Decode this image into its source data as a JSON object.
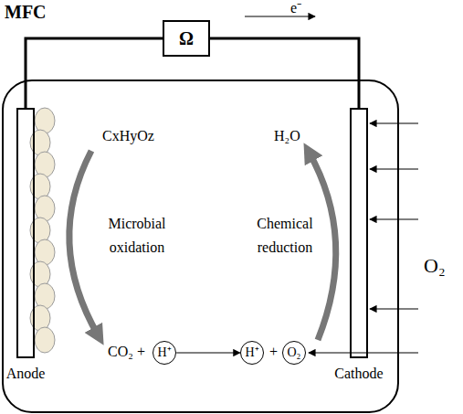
{
  "diagram": {
    "title": "MFC",
    "nodes": [
      {
        "text": [
          "Anode"
        ]
      },
      {
        "text": [
          "Cathode"
        ]
      },
      {
        "text": [
          "Ω"
        ]
      },
      {
        "text": [
          "H⁺"
        ]
      },
      {
        "text": [
          "H⁺"
        ]
      },
      {
        "text": [
          "O₂"
        ]
      }
    ],
    "edges": [
      {
        "from": 0,
        "to": 2,
        "arrow": "none"
      },
      {
        "from": 2,
        "to": 1,
        "arrow": "none"
      },
      {
        "from": 3,
        "to": 4,
        "arrow": "to"
      }
    ],
    "labels": [
      "e⁻",
      "CxHyOz",
      "H₂O",
      "Microbial oxidation",
      "Chemical reduction",
      "CO₂",
      "+",
      "+",
      "O₂"
    ]
  }
}
